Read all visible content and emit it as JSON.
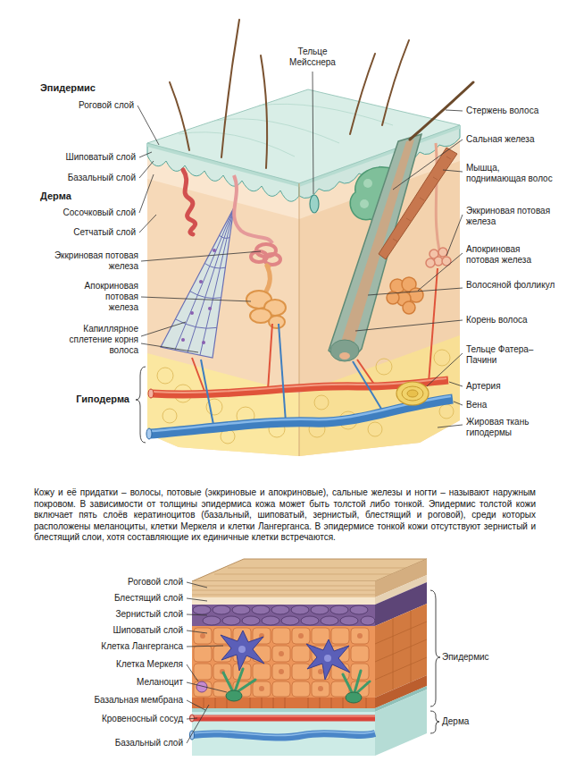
{
  "diagram": {
    "caption": "Кожу и её придатки – волосы, потовые (эккриновые и апокриновые), сальные железы и ногти – называют наружным покровом. В зависимости от толщины эпидермиса кожа может быть толстой либо тонкой. Эпидермис толстой кожи включает пять слоёв кератиноцитов (базальный, шиповатый, зернистый, блестящий и роговой), среди которых расположены меланоциты, клетки Меркеля и клетки Лангерганса. В эпидермисе тонкой кожи отсутствуют зернистый и блестящий слои, хотя составляющие их единичные клетки встречаются.",
    "labels": [
      "Эпидермис",
      "Роговой слой",
      "Шиповатый слой",
      "Базальный слой",
      "Дерма",
      "Сосочковый слой",
      "Сетчатый слой",
      "Эккриновая потовая железа",
      "Апокриновая потовая железа",
      "Капиллярное сплетение корня волоса",
      "Гиподерма",
      "Тельце Мейсснера",
      "Стержень волоса",
      "Сальная железа",
      "Мышца, поднимающая волос",
      "Эккриновая потовая железа",
      "Апокриновая потовая железа",
      "Волосяной фолликул",
      "Корень волоса",
      "Тельце Фатера–Пачини",
      "Артерия",
      "Вена",
      "Жировая ткань гиподермы",
      "Роговой слой",
      "Блестящий слой",
      "Зернистый слой",
      "Шиповатый слой",
      "Клетка Лангерганса",
      "Клетка Меркеля",
      "Меланоцит",
      "Базальная мембрана",
      "Кровеносный сосуд",
      "Базальный слой",
      "Эпидермис",
      "Дерма"
    ]
  }
}
